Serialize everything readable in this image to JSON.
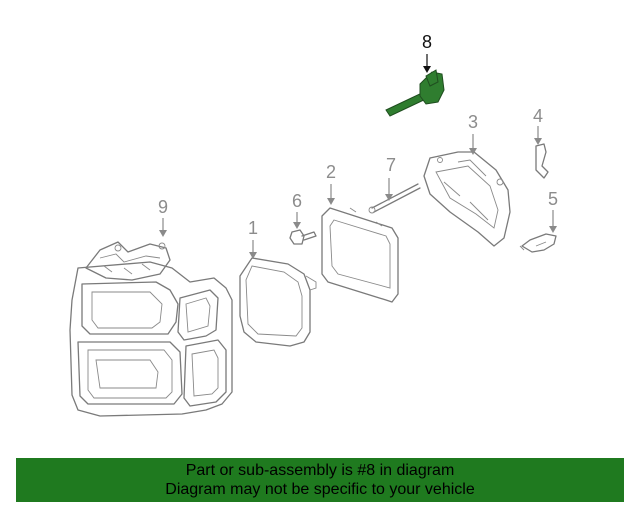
{
  "callouts": {
    "p1": "1",
    "p2": "2",
    "p3": "3",
    "p4": "4",
    "p5": "5",
    "p6": "6",
    "p7": "7",
    "p8": "8",
    "p9": "9"
  },
  "highlight": {
    "part": "8",
    "color": "#2f7d2f"
  },
  "banner": {
    "line1": "Part or sub-assembly is #8 in diagram",
    "line2": "Diagram may not be specific to your vehicle",
    "background": "#1f7a1f"
  }
}
